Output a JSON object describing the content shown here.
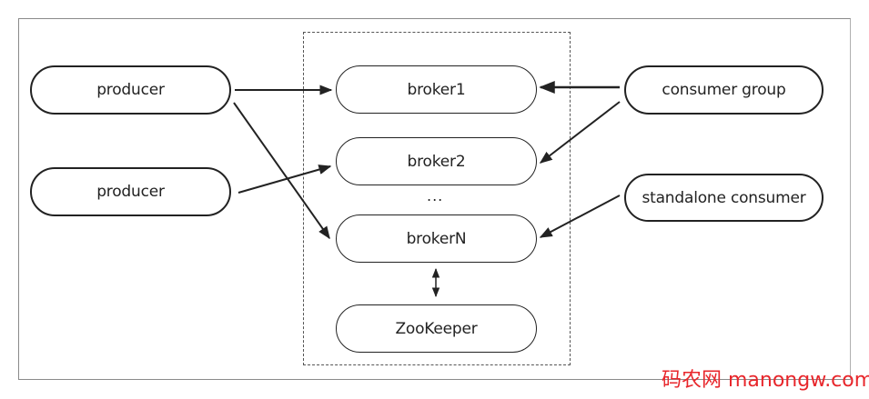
{
  "diagram": {
    "producers": [
      {
        "label": "producer"
      },
      {
        "label": "producer"
      }
    ],
    "brokers": [
      {
        "label": "broker1"
      },
      {
        "label": "broker2"
      },
      {
        "label": "brokerN"
      }
    ],
    "ellipsis": "...",
    "zookeeper": {
      "label": "ZooKeeper"
    },
    "consumers": [
      {
        "label": "consumer group"
      },
      {
        "label": "standalone consumer"
      }
    ],
    "edges": [
      {
        "from": "producer-1",
        "to": "broker1"
      },
      {
        "from": "producer-1",
        "to": "brokerN"
      },
      {
        "from": "producer-2",
        "to": "broker2"
      },
      {
        "from": "consumer-group",
        "to": "broker1"
      },
      {
        "from": "consumer-group",
        "to": "broker2"
      },
      {
        "from": "standalone-consumer",
        "to": "brokerN"
      },
      {
        "from": "brokerN",
        "to": "zookeeper",
        "bidirectional": true
      }
    ]
  },
  "watermark": "码农网 manongw.com"
}
